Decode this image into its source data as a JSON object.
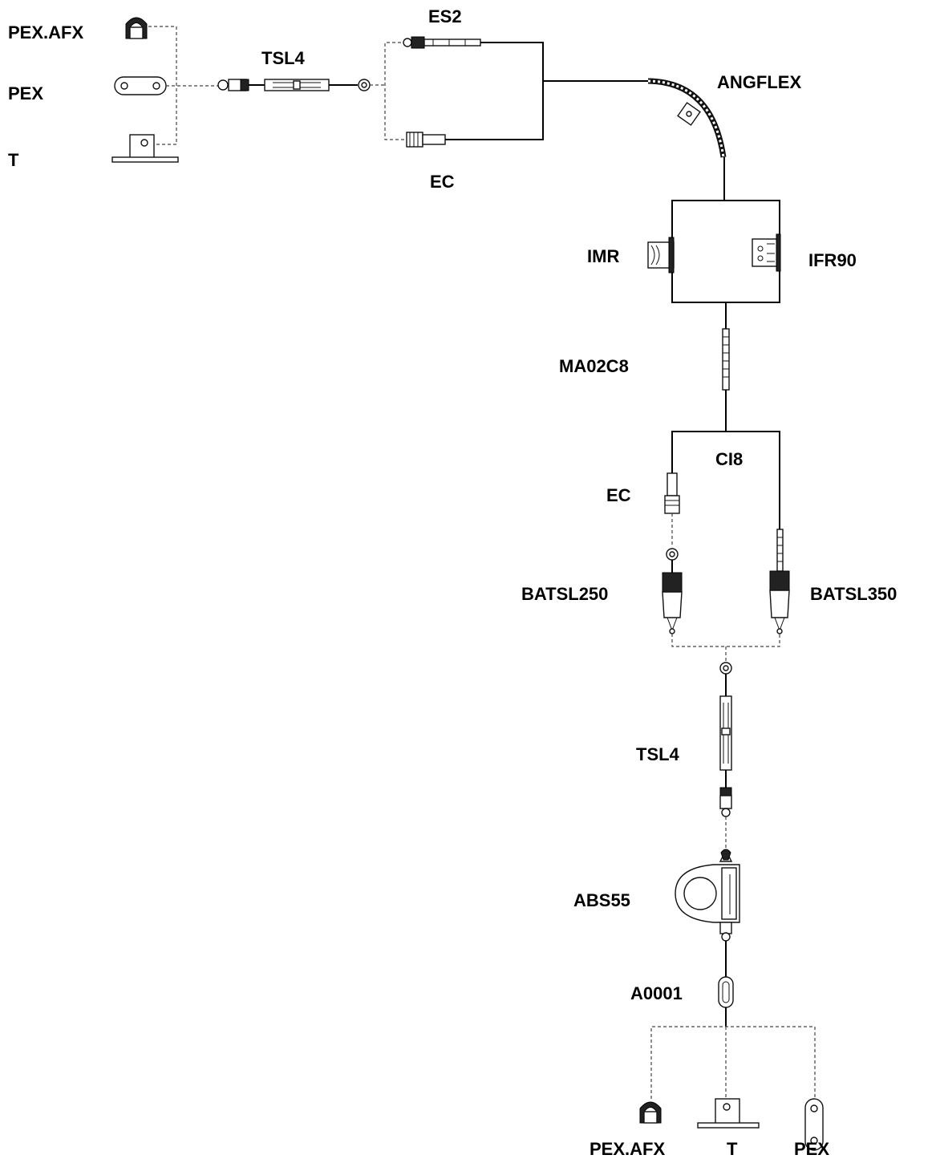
{
  "labels": {
    "pex_afx_top": "PEX.AFX",
    "pex_top": "PEX",
    "t_top": "T",
    "tsl4_top": "TSL4",
    "es2": "ES2",
    "ec_top": "EC",
    "angflex": "ANGFLEX",
    "imr": "IMR",
    "ifr90": "IFR90",
    "ma02c8": "MA02C8",
    "ci8": "CI8",
    "ec_mid": "EC",
    "batsl250": "BATSL250",
    "batsl350": "BATSL350",
    "tsl4_mid": "TSL4",
    "abs55": "ABS55",
    "a0001": "A0001",
    "pex_afx_bottom": "PEX.AFX",
    "t_bottom": "T",
    "pex_bottom": "PEX"
  },
  "components": {
    "pex_afx": "u-anchor-icon",
    "pex": "flat-plate-icon",
    "t": "t-bracket-icon",
    "tsl4": "turnbuckle-icon",
    "es2": "swage-stud-icon",
    "ec": "cable-end-icon",
    "angflex": "flexible-angle-icon",
    "imr": "intermediate-roller-icon",
    "ifr90": "intermediate-fixing-icon",
    "ma02c8": "cable-section-icon",
    "ci8": "cable-line-icon",
    "batsl250": "tension-absorber-icon",
    "batsl350": "tension-absorber-icon",
    "abs55": "energy-absorber-icon",
    "a0001": "carabiner-icon"
  },
  "colors": {
    "line": "#000000",
    "dashed": "#444444",
    "background": "#ffffff"
  }
}
